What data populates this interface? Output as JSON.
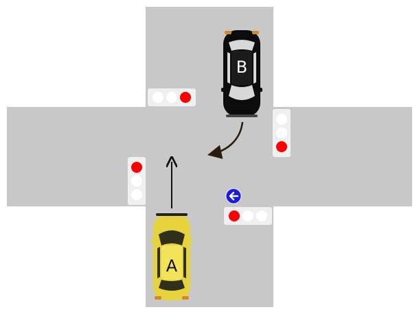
{
  "vehicles": {
    "a": {
      "label": "A",
      "body_color": "#e6d23c",
      "roof_color": "#f2e35a",
      "window_color": "#2f2f1a"
    },
    "b": {
      "label": "B",
      "body_color": "#0c0c0c",
      "roof_color": "#1c1c1c",
      "window_color": "#d8d8d8"
    }
  },
  "colors": {
    "background": "#ffffff",
    "road": "#c8c8c8",
    "signal_housing": "#f0f0f0",
    "signal_red": "#ff0000",
    "signal_off": "#ffffff",
    "arrow_sign": "#1a1adc",
    "arrow_a": "#111111",
    "arrow_b": "#2b1d0e"
  },
  "signals": [
    {
      "id": "north",
      "lamps": [
        "off",
        "off",
        "red"
      ]
    },
    {
      "id": "east",
      "lamps": [
        "off",
        "off",
        "red"
      ]
    },
    {
      "id": "west",
      "lamps": [
        "red",
        "off",
        "off"
      ]
    },
    {
      "id": "south",
      "lamps": [
        "red",
        "off",
        "off"
      ]
    }
  ],
  "arrow_sign": {
    "icon": "arrow-left-icon"
  }
}
